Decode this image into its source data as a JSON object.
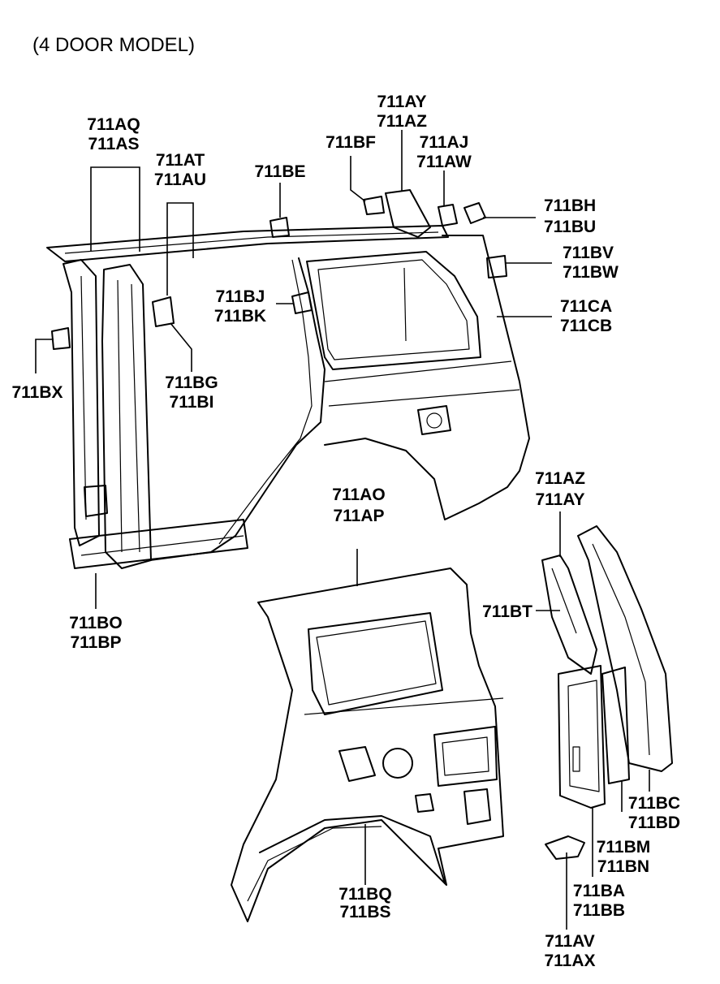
{
  "title": "(4 DOOR MODEL)",
  "labels": [
    {
      "id": "aq",
      "lines": [
        "711AQ",
        "711AS"
      ]
    },
    {
      "id": "at",
      "lines": [
        "711AT",
        "711AU"
      ]
    },
    {
      "id": "be",
      "lines": [
        "711BE"
      ]
    },
    {
      "id": "bf",
      "lines": [
        "711BF"
      ]
    },
    {
      "id": "ay1",
      "lines": [
        "711AY",
        "711AZ"
      ]
    },
    {
      "id": "aj",
      "lines": [
        "711AJ",
        "711AW"
      ]
    },
    {
      "id": "bh",
      "lines": [
        "711BH",
        "711BU"
      ]
    },
    {
      "id": "bv",
      "lines": [
        "711BV",
        "711BW"
      ]
    },
    {
      "id": "bj",
      "lines": [
        "711BJ",
        "711BK"
      ]
    },
    {
      "id": "ca",
      "lines": [
        "711CA",
        "711CB"
      ]
    },
    {
      "id": "bx",
      "lines": [
        "711BX"
      ]
    },
    {
      "id": "bg",
      "lines": [
        "711BG",
        "711BI"
      ]
    },
    {
      "id": "ao",
      "lines": [
        "711AO",
        "711AP"
      ]
    },
    {
      "id": "az2",
      "lines": [
        "711AZ",
        "711AY"
      ]
    },
    {
      "id": "bt",
      "lines": [
        "711BT"
      ]
    },
    {
      "id": "bo",
      "lines": [
        "711BO",
        "711BP"
      ]
    },
    {
      "id": "bc",
      "lines": [
        "711BC",
        "711BD"
      ]
    },
    {
      "id": "bm",
      "lines": [
        "711BM",
        "711BN"
      ]
    },
    {
      "id": "ba",
      "lines": [
        "711BA",
        "711BB"
      ]
    },
    {
      "id": "bq",
      "lines": [
        "711BQ",
        "711BS"
      ]
    },
    {
      "id": "av",
      "lines": [
        "711AV",
        "711AX"
      ]
    }
  ]
}
